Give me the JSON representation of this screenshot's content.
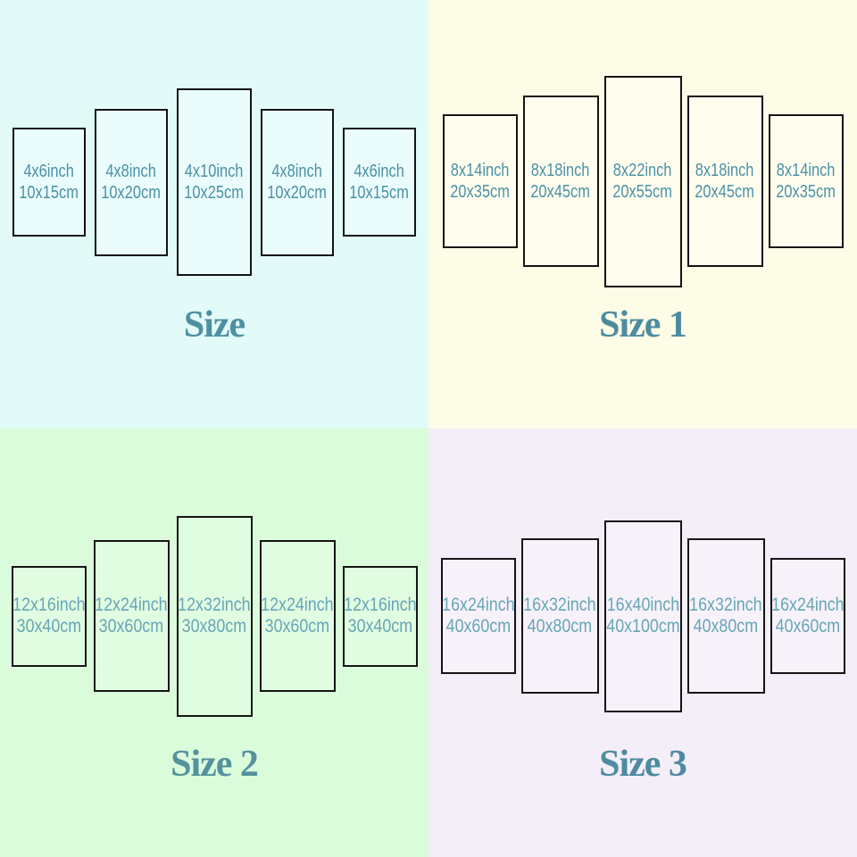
{
  "colors": {
    "quadrant_backgrounds": [
      "#e2fbf9",
      "#fdfce6",
      "#dbfcdb",
      "#f4eef8"
    ],
    "panel_border": "#141414",
    "label_teal_top_row": "#4b90a6",
    "label_teal_bottom_row": "#67a5b6",
    "title_teal": "#4e8fa2"
  },
  "quadrants": [
    {
      "title": "Size",
      "panels": [
        {
          "inch": "4x6inch",
          "cm": "10x15cm"
        },
        {
          "inch": "4x8inch",
          "cm": "10x20cm"
        },
        {
          "inch": "4x10inch",
          "cm": "10x25cm"
        },
        {
          "inch": "4x8inch",
          "cm": "10x20cm"
        },
        {
          "inch": "4x6inch",
          "cm": "10x15cm"
        }
      ]
    },
    {
      "title": "Size 1",
      "panels": [
        {
          "inch": "8x14inch",
          "cm": "20x35cm"
        },
        {
          "inch": "8x18inch",
          "cm": "20x45cm"
        },
        {
          "inch": "8x22inch",
          "cm": "20x55cm"
        },
        {
          "inch": "8x18inch",
          "cm": "20x45cm"
        },
        {
          "inch": "8x14inch",
          "cm": "20x35cm"
        }
      ]
    },
    {
      "title": "Size 2",
      "panels": [
        {
          "inch": "12x16inch",
          "cm": "30x40cm"
        },
        {
          "inch": "12x24inch",
          "cm": "30x60cm"
        },
        {
          "inch": "12x32inch",
          "cm": "30x80cm"
        },
        {
          "inch": "12x24inch",
          "cm": "30x60cm"
        },
        {
          "inch": "12x16inch",
          "cm": "30x40cm"
        }
      ]
    },
    {
      "title": "Size 3",
      "panels": [
        {
          "inch": "16x24inch",
          "cm": "40x60cm"
        },
        {
          "inch": "16x32inch",
          "cm": "40x80cm"
        },
        {
          "inch": "16x40inch",
          "cm": "40x100cm"
        },
        {
          "inch": "16x32inch",
          "cm": "40x80cm"
        },
        {
          "inch": "16x24inch",
          "cm": "40x60cm"
        }
      ]
    }
  ]
}
